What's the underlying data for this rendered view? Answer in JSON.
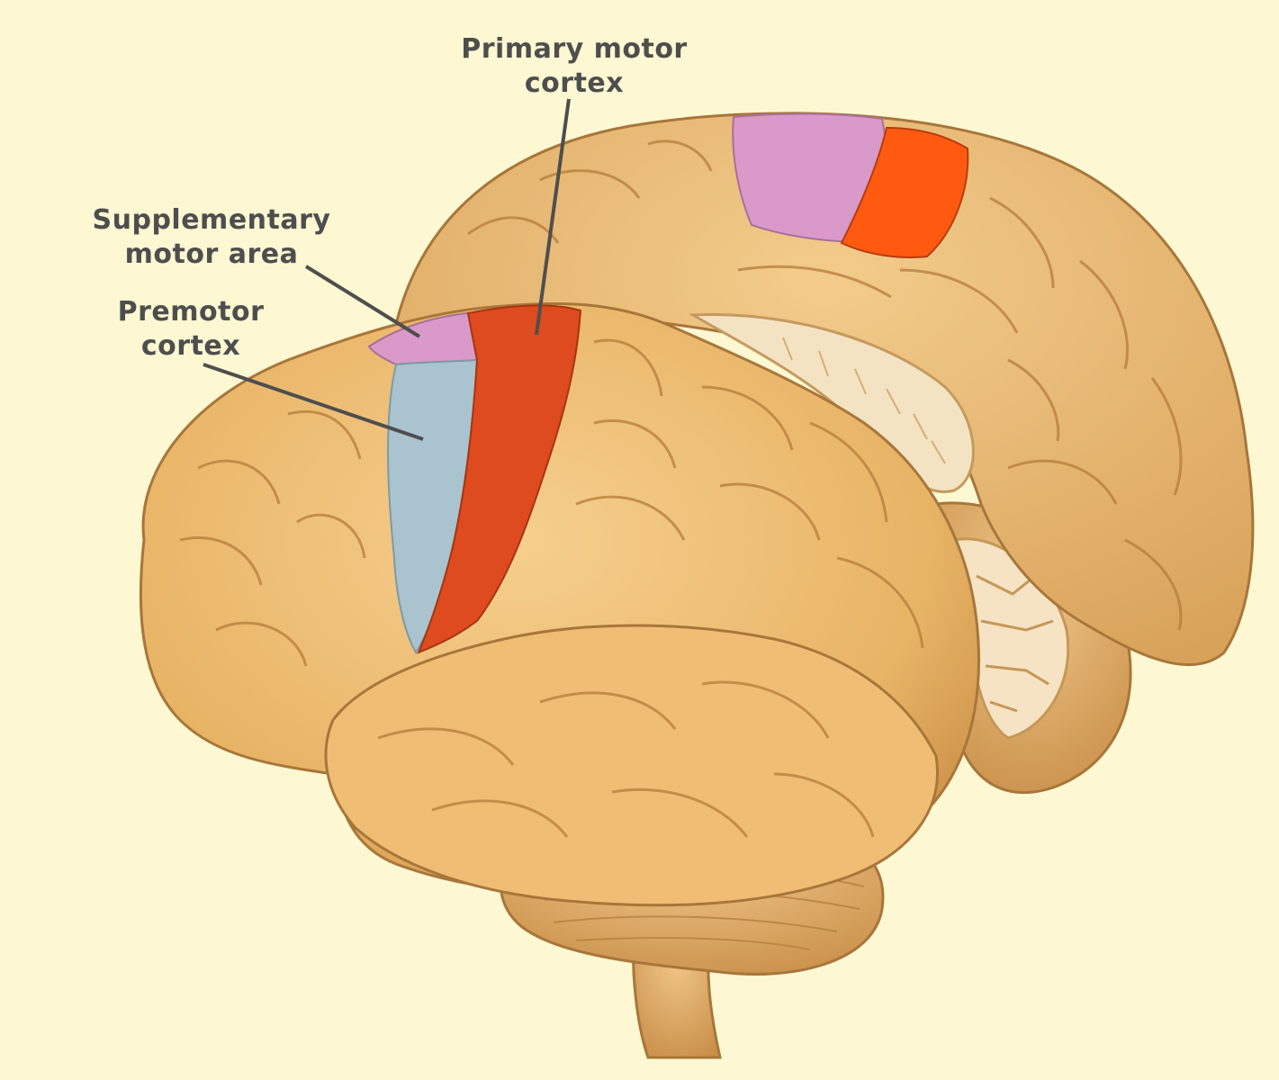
{
  "labels": {
    "primary_motor_cortex": {
      "line1": "Primary motor",
      "line2": "cortex"
    },
    "supplementary_motor_area": {
      "line1": "Supplementary",
      "line2": "motor area"
    },
    "premotor_cortex": {
      "line1": "Premotor",
      "line2": "cortex"
    }
  },
  "colors": {
    "background": "#FDF8D2",
    "brain": "#E9B56A",
    "primary_motor": "#DE4B1E",
    "primary_motor_medial": "#FF5A10",
    "supplementary_motor": "#D99AC9",
    "premotor": "#A9C4CF",
    "label_text": "#4E4E4E"
  }
}
